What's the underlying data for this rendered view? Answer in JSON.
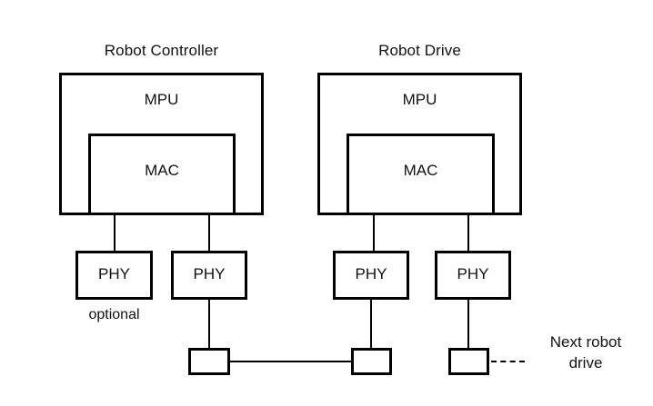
{
  "diagram": {
    "type": "block-diagram",
    "background_color": "#ffffff",
    "line_color": "#000000",
    "text_color": "#111111",
    "groups": [
      {
        "id": "robot-controller",
        "title": "Robot Controller",
        "outer_block": "MPU",
        "inner_block": "MAC",
        "phy_blocks": [
          "PHY",
          "PHY"
        ],
        "phy_notes": [
          "optional",
          ""
        ]
      },
      {
        "id": "robot-drive",
        "title": "Robot Drive",
        "outer_block": "MPU",
        "inner_block": "MAC",
        "phy_blocks": [
          "PHY",
          "PHY"
        ],
        "phy_notes": [
          "",
          ""
        ]
      }
    ],
    "connectors": [
      {
        "id": "connector-1",
        "label": ""
      },
      {
        "id": "connector-2",
        "label": ""
      },
      {
        "id": "connector-3",
        "label": ""
      }
    ],
    "annotations": {
      "optional_label": "optional",
      "next_robot_drive_line1": "Next robot",
      "next_robot_drive_line2": "drive"
    }
  }
}
